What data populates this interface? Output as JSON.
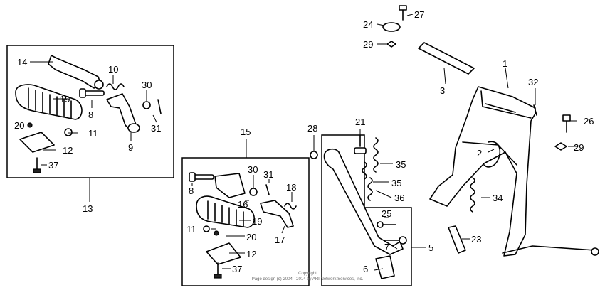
{
  "callouts": {
    "n1": "1",
    "n2": "2",
    "n3": "3",
    "n5": "5",
    "n6": "6",
    "n7": "7",
    "n8a": "8",
    "n8b": "8",
    "n9": "9",
    "n10": "10",
    "n11a": "11",
    "n11b": "11",
    "n12a": "12",
    "n12b": "12",
    "n13": "13",
    "n14": "14",
    "n15": "15",
    "n16": "16",
    "n17": "17",
    "n18": "18",
    "n19a": "19",
    "n19b": "19",
    "n20a": "20",
    "n20b": "20",
    "n21": "21",
    "n23": "23",
    "n24": "24",
    "n25": "25",
    "n26": "26",
    "n27": "27",
    "n28": "28",
    "n29a": "29",
    "n29b": "29",
    "n30a": "30",
    "n30b": "30",
    "n31a": "31",
    "n31b": "31",
    "n32": "32",
    "n34": "34",
    "n35a": "35",
    "n35b": "35",
    "n36": "36",
    "n37a": "37",
    "n37b": "37"
  },
  "copyright": {
    "line1": "Copyright",
    "line2": "Page design (c) 2004 - 2014 by ARI Network Services, Inc."
  }
}
